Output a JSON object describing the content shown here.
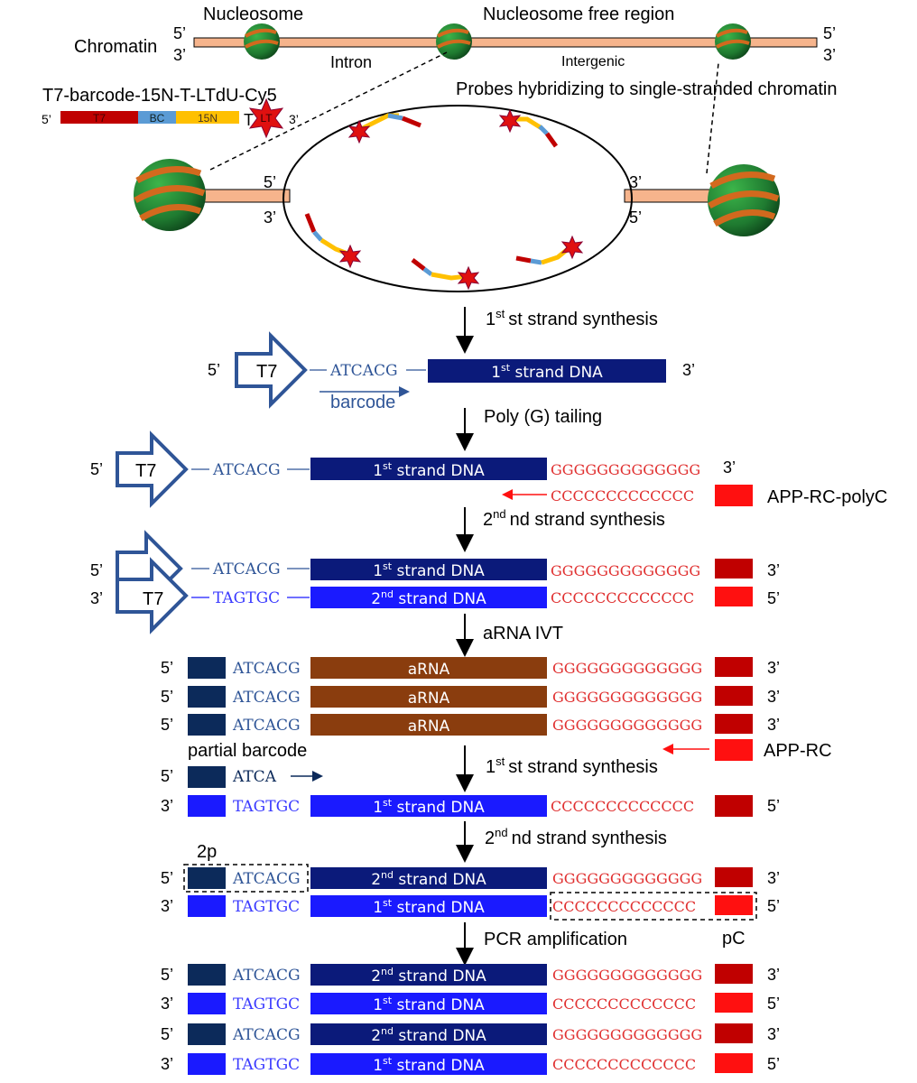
{
  "chromatin": {
    "label": "Chromatin",
    "nucleosome_label": "Nucleosome",
    "nfr_label": "Nucleosome free region",
    "intron_label": "Intron",
    "intergenic_label": "Intergenic",
    "end_5": "5’",
    "end_3": "3’"
  },
  "probe": {
    "name": "T7-barcode-15N-T-LTdU-Cy5",
    "seg_t7": "T7",
    "seg_bc": "BC",
    "seg_15n": "15N",
    "seg_t": "T",
    "seg_lt": "LT",
    "caption": "Probes hybridizing to single-stranded chromatin"
  },
  "steps": {
    "first_strand": "st strand synthesis",
    "first_prefix": "1",
    "poly_g": "Poly (G) tailing",
    "second_strand": "nd strand synthesis",
    "second_prefix": "2",
    "arna_ivt": "aRNA IVT",
    "pcr": "PCR amplification"
  },
  "labels": {
    "t7": "T7",
    "barcode": "barcode",
    "barcode_seq": "ATCACG",
    "barcode_rc": "TAGTGC",
    "partial_seq": "ATCA",
    "partial_barcode": "partial barcode",
    "first_dna_num": "1",
    "first_dna_sup": "st",
    "second_dna_num": "2",
    "second_dna_sup": "nd",
    "strand_dna": " strand DNA",
    "arna": "aRNA",
    "poly_g_seq": "GGGGGGGGGGGGG",
    "poly_c_seq": "CCCCCCCCCCCCC",
    "app_rc_polyc": "APP-RC-polyC",
    "app_rc": "APP-RC",
    "p2": "2p",
    "pc": "pC",
    "five": "5’",
    "three": "3’"
  },
  "colors": {
    "dark_navy": "#0c2a5a",
    "navy": "#0b1a7a",
    "blue": "#1a1aff",
    "brown": "#8a3d0e",
    "red": "#ff1010",
    "dark_red": "#c00000",
    "peach": "#f6b48c",
    "orange": "#d2691e",
    "green": "#1f8f3a",
    "t7_red": "#c00000",
    "bc_blue": "#5b9bd5",
    "n15_yellow": "#ffc000",
    "outline_blue": "#2f5597"
  }
}
